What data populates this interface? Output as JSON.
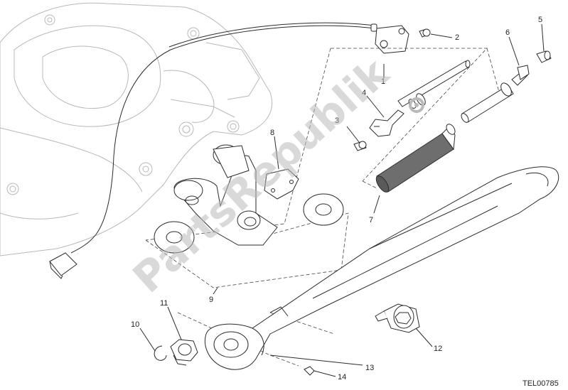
{
  "diagram": {
    "callouts": [
      "1",
      "2",
      "3",
      "4",
      "5",
      "6",
      "7",
      "8",
      "9",
      "10",
      "11",
      "12",
      "13",
      "14"
    ],
    "drawing_code": "TEL00785",
    "watermark": "PartsRepublik",
    "colors": {
      "line": "#2b2b2b",
      "background_part": "#b8b8b8",
      "spring": "#6e6e6e",
      "watermark": "#b9b9b9"
    }
  }
}
